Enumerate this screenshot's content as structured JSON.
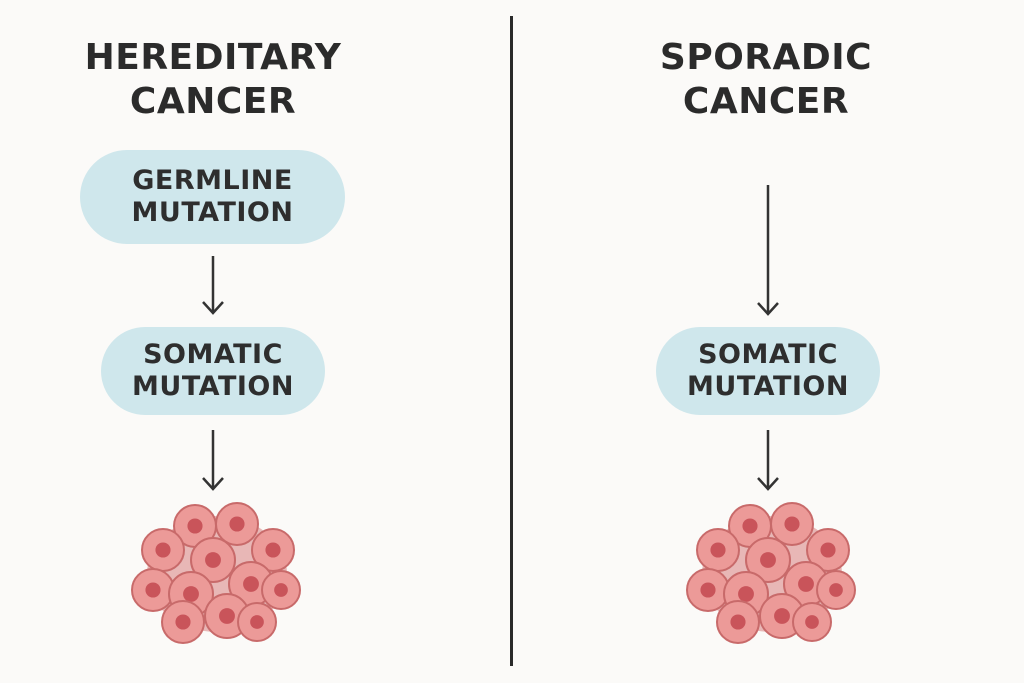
{
  "colors": {
    "background": "#fbfaf8",
    "pill_fill": "#cfe7ec",
    "text": "#2b2b2b",
    "arrow": "#333333",
    "divider": "#2a2a2a",
    "cell_fill": "#ec9a98",
    "cell_stroke": "#c86a6a",
    "cell_nucleus": "#c9545a"
  },
  "left": {
    "title_line1": "HEREDITARY",
    "title_line2": "CANCER",
    "germline_line1": "GERMLINE",
    "germline_line2": "MUTATION",
    "somatic_line1": "SOMATIC",
    "somatic_line2": "MUTATION"
  },
  "right": {
    "title_line1": "SPORADIC",
    "title_line2": "CANCER",
    "somatic_line1": "SOMATIC",
    "somatic_line2": "MUTATION"
  },
  "icons": {
    "arrow": "down-arrow-icon",
    "tumor": "cell-cluster-icon"
  }
}
